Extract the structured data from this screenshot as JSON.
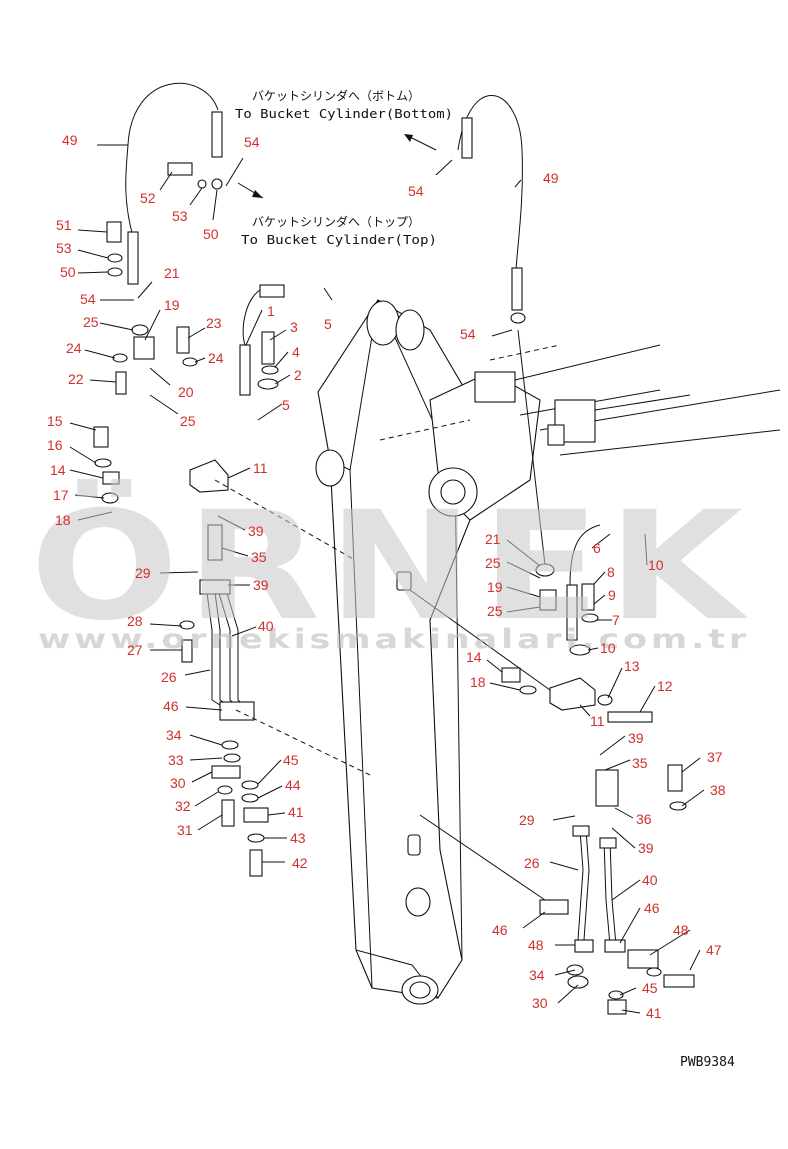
{
  "notes": {
    "bottom_jp": "バケットシリンダへ（ボトム）",
    "bottom_en": "To Bucket Cylinder(Bottom)",
    "top_jp": "バケットシリンダへ（トップ）",
    "top_en": "To Bucket Cylinder(Top)"
  },
  "drawing_code": "PWB9384",
  "watermark": {
    "brand": "ÖRNEK",
    "url": "www.ornekismakinalari.com.tr",
    "color": "#c8c8c8"
  },
  "colors": {
    "callout": "#d0312d",
    "line": "#111111"
  },
  "callouts": [
    {
      "id": "c-49a",
      "label": "49"
    },
    {
      "id": "c-52",
      "label": "52"
    },
    {
      "id": "c-53a",
      "label": "53"
    },
    {
      "id": "c-50a",
      "label": "50"
    },
    {
      "id": "c-54a",
      "label": "54"
    },
    {
      "id": "c-54b",
      "label": "54"
    },
    {
      "id": "c-49b",
      "label": "49"
    },
    {
      "id": "c-51",
      "label": "51"
    },
    {
      "id": "c-53b",
      "label": "53"
    },
    {
      "id": "c-50b",
      "label": "50"
    },
    {
      "id": "c-54c",
      "label": "54"
    },
    {
      "id": "c-21a",
      "label": "21"
    },
    {
      "id": "c-19a",
      "label": "19"
    },
    {
      "id": "c-25a",
      "label": "25"
    },
    {
      "id": "c-24a",
      "label": "24"
    },
    {
      "id": "c-22",
      "label": "22"
    },
    {
      "id": "c-23",
      "label": "23"
    },
    {
      "id": "c-24b",
      "label": "24"
    },
    {
      "id": "c-20",
      "label": "20"
    },
    {
      "id": "c-25b",
      "label": "25"
    },
    {
      "id": "c-1",
      "label": "1"
    },
    {
      "id": "c-3",
      "label": "3"
    },
    {
      "id": "c-4",
      "label": "4"
    },
    {
      "id": "c-2",
      "label": "2"
    },
    {
      "id": "c-5a",
      "label": "5"
    },
    {
      "id": "c-5b",
      "label": "5"
    },
    {
      "id": "c-54d",
      "label": "54"
    },
    {
      "id": "c-15",
      "label": "15"
    },
    {
      "id": "c-16",
      "label": "16"
    },
    {
      "id": "c-14a",
      "label": "14"
    },
    {
      "id": "c-17",
      "label": "17"
    },
    {
      "id": "c-18a",
      "label": "18"
    },
    {
      "id": "c-11a",
      "label": "11"
    },
    {
      "id": "c-39a",
      "label": "39"
    },
    {
      "id": "c-35a",
      "label": "35"
    },
    {
      "id": "c-29a",
      "label": "29"
    },
    {
      "id": "c-39b",
      "label": "39"
    },
    {
      "id": "c-28",
      "label": "28"
    },
    {
      "id": "c-40a",
      "label": "40"
    },
    {
      "id": "c-27",
      "label": "27"
    },
    {
      "id": "c-26a",
      "label": "26"
    },
    {
      "id": "c-46a",
      "label": "46"
    },
    {
      "id": "c-34a",
      "label": "34"
    },
    {
      "id": "c-33",
      "label": "33"
    },
    {
      "id": "c-30a",
      "label": "30"
    },
    {
      "id": "c-45a",
      "label": "45"
    },
    {
      "id": "c-44",
      "label": "44"
    },
    {
      "id": "c-32",
      "label": "32"
    },
    {
      "id": "c-41a",
      "label": "41"
    },
    {
      "id": "c-31",
      "label": "31"
    },
    {
      "id": "c-43",
      "label": "43"
    },
    {
      "id": "c-42",
      "label": "42"
    },
    {
      "id": "c-21b",
      "label": "21"
    },
    {
      "id": "c-6",
      "label": "6"
    },
    {
      "id": "c-10a",
      "label": "10"
    },
    {
      "id": "c-25c",
      "label": "25"
    },
    {
      "id": "c-8",
      "label": "8"
    },
    {
      "id": "c-19b",
      "label": "19"
    },
    {
      "id": "c-9",
      "label": "9"
    },
    {
      "id": "c-25d",
      "label": "25"
    },
    {
      "id": "c-7",
      "label": "7"
    },
    {
      "id": "c-10b",
      "label": "10"
    },
    {
      "id": "c-14b",
      "label": "14"
    },
    {
      "id": "c-13",
      "label": "13"
    },
    {
      "id": "c-18b",
      "label": "18"
    },
    {
      "id": "c-12",
      "label": "12"
    },
    {
      "id": "c-11b",
      "label": "11"
    },
    {
      "id": "c-39c",
      "label": "39"
    },
    {
      "id": "c-35b",
      "label": "35"
    },
    {
      "id": "c-37",
      "label": "37"
    },
    {
      "id": "c-38",
      "label": "38"
    },
    {
      "id": "c-29b",
      "label": "29"
    },
    {
      "id": "c-36",
      "label": "36"
    },
    {
      "id": "c-39d",
      "label": "39"
    },
    {
      "id": "c-26b",
      "label": "26"
    },
    {
      "id": "c-40b",
      "label": "40"
    },
    {
      "id": "c-46b",
      "label": "46"
    },
    {
      "id": "c-46c",
      "label": "46"
    },
    {
      "id": "c-48a",
      "label": "48"
    },
    {
      "id": "c-48b",
      "label": "48"
    },
    {
      "id": "c-47",
      "label": "47"
    },
    {
      "id": "c-34b",
      "label": "34"
    },
    {
      "id": "c-45b",
      "label": "45"
    },
    {
      "id": "c-30b",
      "label": "30"
    },
    {
      "id": "c-41b",
      "label": "41"
    }
  ]
}
